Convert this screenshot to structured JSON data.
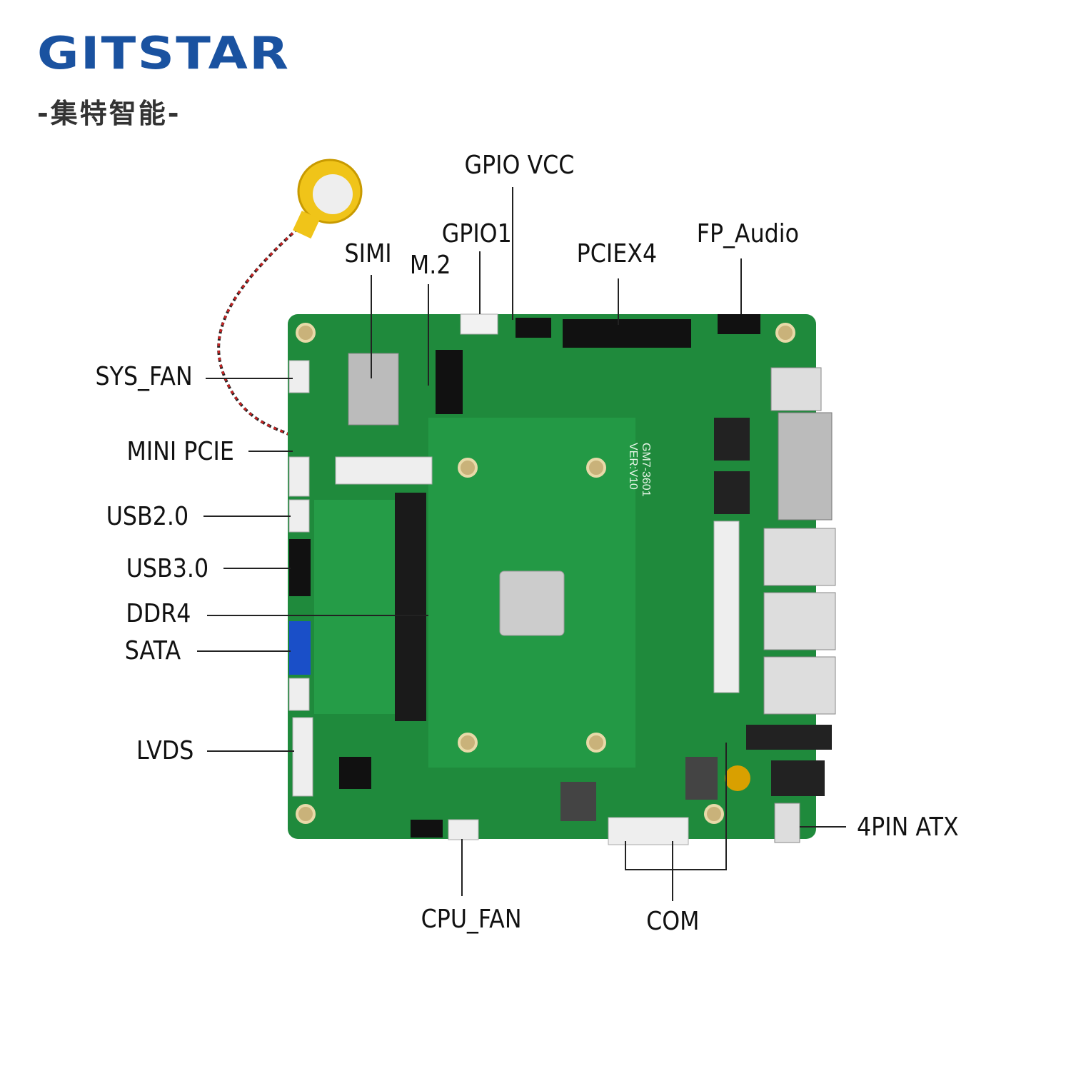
{
  "brand": {
    "name": "GITSTAR",
    "subtitle": "-集特智能-",
    "color": "#1a52a0"
  },
  "board": {
    "model": "GM7-3601",
    "version": "VER:V10",
    "color": "#1f8a3c"
  },
  "labels": {
    "gpio_vcc": "GPIO VCC",
    "gpio1": "GPIO1",
    "simi": "SIMI",
    "m2": "M.2",
    "pciex4": "PCIEX4",
    "fp_audio": "FP_Audio",
    "sys_fan": "SYS_FAN",
    "mini_pcie": "MINI PCIE",
    "usb20": "USB2.0",
    "usb30": "USB3.0",
    "ddr4": "DDR4",
    "sata": "SATA",
    "lvds": "LVDS",
    "atx": "4PIN ATX",
    "cpu_fan": "CPU_FAN",
    "com": "COM"
  }
}
